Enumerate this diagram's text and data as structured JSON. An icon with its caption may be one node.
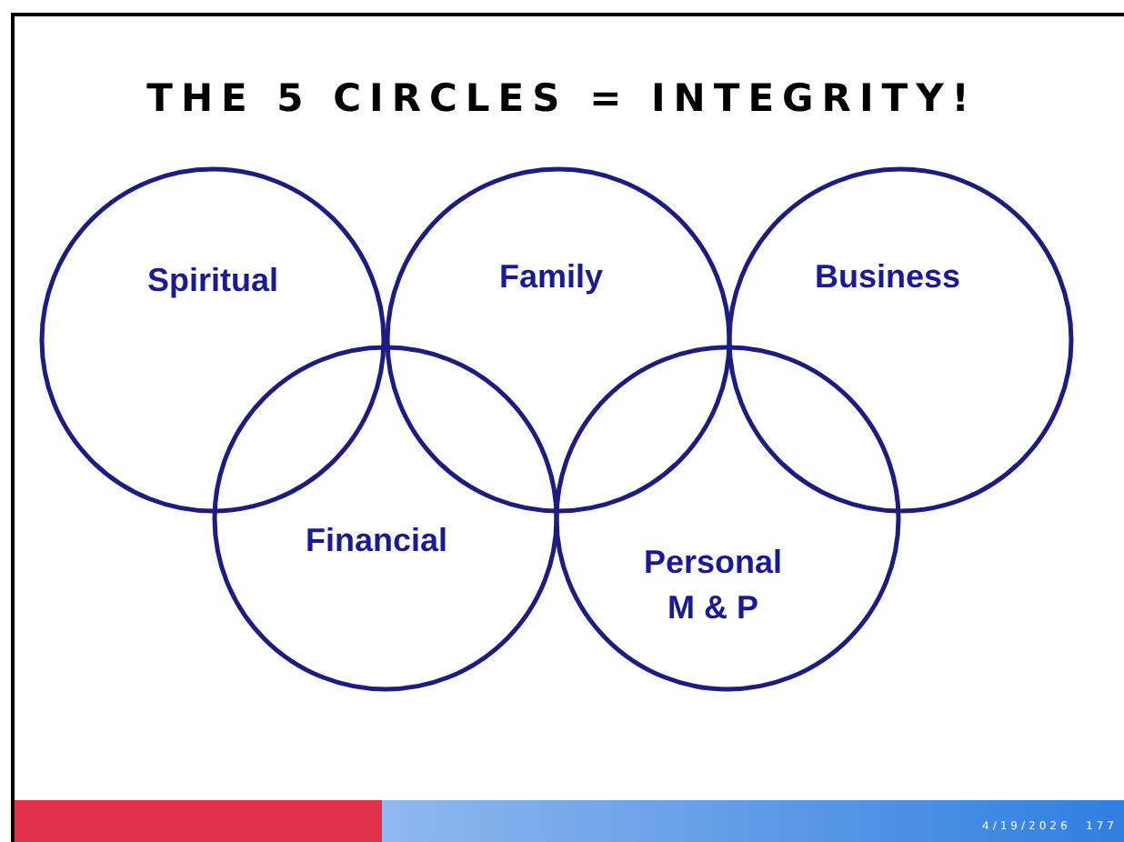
{
  "diagram": {
    "title": "THE 5 CIRCLES = INTEGRITY!",
    "nodes": [
      {
        "text": [
          "Spiritual"
        ]
      },
      {
        "text": [
          "Family"
        ]
      },
      {
        "text": [
          "Business"
        ]
      },
      {
        "text": [
          "Financial"
        ]
      },
      {
        "text": [
          "Personal M & P"
        ]
      }
    ],
    "labels": [
      "4/19/2026",
      "177"
    ]
  }
}
